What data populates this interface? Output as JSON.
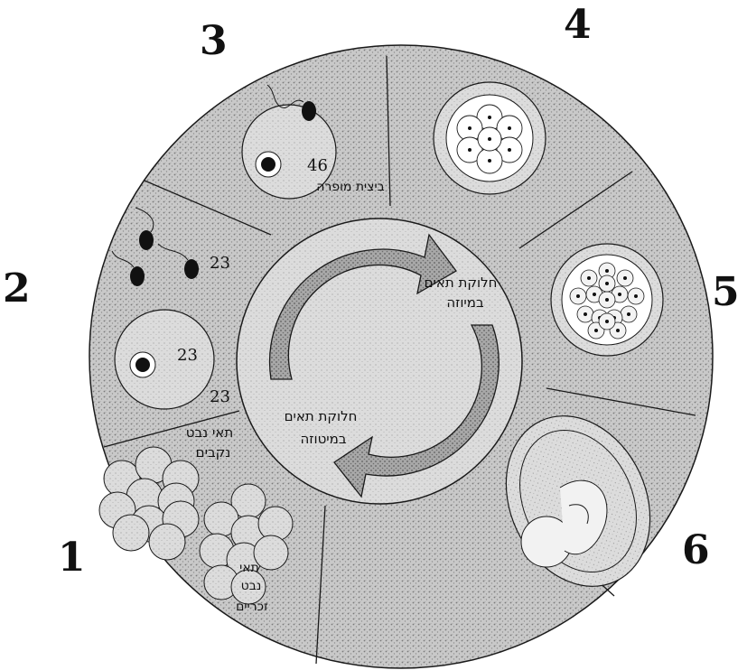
{
  "stage_numbers": [
    "1",
    "2",
    "3",
    "4",
    "5",
    "6"
  ],
  "labels": {
    "meiosis_top_line1": "חלוקת תאים",
    "meiosis_top_line2": "במיוזה",
    "mitosis_line1": "חלוקת תאים",
    "mitosis_line2": "במיטוזה",
    "fertilized_egg": "ביצית מופרה",
    "female_cells_line1": "תאי נבט",
    "female_cells_line2": "נקבים",
    "male_cells_line1": "תאי",
    "male_cells_line2": "נבט",
    "male_cells_line3": "זכריים"
  },
  "chromosome_counts": {
    "sperm": "23",
    "egg": "23",
    "lower": "23",
    "zygote": "46"
  },
  "colors": {
    "stipple_dark": "#8a8a8a",
    "stipple_light": "#bdbdbd",
    "line": "#1a1a1a",
    "nucleus": "#111111"
  },
  "icons": [
    "sperm-icon",
    "egg-cell-icon",
    "zygote-icon",
    "morula-icon",
    "blastula-icon",
    "fetus-icon",
    "cycle-arrow-icon"
  ]
}
